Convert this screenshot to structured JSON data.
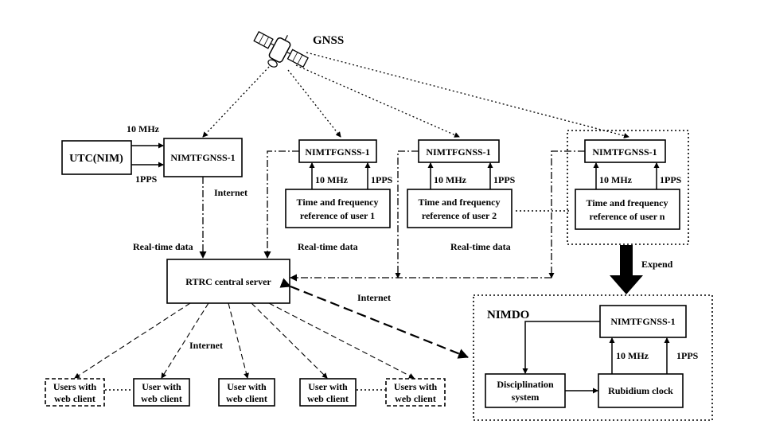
{
  "gnss": "GNSS",
  "sources": {
    "utc_box": "UTC(NIM)",
    "ten_mhz": "10 MHz",
    "pps": "1PPS",
    "main_receiver": "NIMTFGNSS-1"
  },
  "users": [
    {
      "receiver": "NIMTFGNSS-1",
      "ref_line1": "Time and frequency",
      "ref_line2": "reference of user 1",
      "ten_mhz": "10 MHz",
      "pps": "1PPS"
    },
    {
      "receiver": "NIMTFGNSS-1",
      "ref_line1": "Time and frequency",
      "ref_line2": "reference of user 2",
      "ten_mhz": "10 MHz",
      "pps": "1PPS"
    },
    {
      "receiver": "NIMTFGNSS-1",
      "ref_line1": "Time and frequency",
      "ref_line2": "reference of user n",
      "ten_mhz": "10 MHz",
      "pps": "1PPS"
    }
  ],
  "labels": {
    "internet_top": "Internet",
    "internet_mid": "Internet",
    "internet_bottom": "Internet",
    "realtime_1": "Real-time data",
    "realtime_2": "Real-time data",
    "realtime_3": "Real-time data",
    "expend": "Expend"
  },
  "server": "RTRC central server",
  "clients": [
    {
      "line1": "Users with",
      "line2": "web client"
    },
    {
      "line1": "User with",
      "line2": "web client"
    },
    {
      "line1": "User with",
      "line2": "web client"
    },
    {
      "line1": "User with",
      "line2": "web client"
    },
    {
      "line1": "Users with",
      "line2": "web client"
    }
  ],
  "nimdo": {
    "title": "NIMDO",
    "receiver": "NIMTFGNSS-1",
    "discipline_line1": "Disciplination",
    "discipline_line2": "system",
    "clock": "Rubidium clock",
    "ten_mhz": "10 MHz",
    "pps": "1PPS"
  }
}
